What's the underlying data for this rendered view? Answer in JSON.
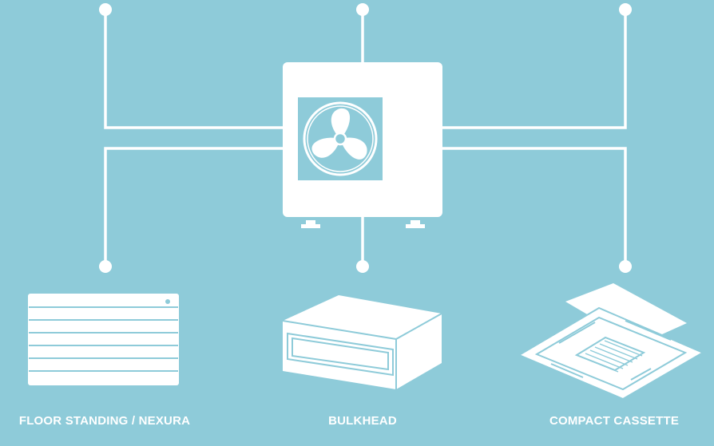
{
  "colors": {
    "background": "#8ecbd9",
    "foreground": "#ffffff"
  },
  "outdoor_unit": {
    "icon": "fan-icon"
  },
  "indoor_units": [
    {
      "label": "FLOOR STANDING / NEXURA",
      "icon": "floor-standing-unit-icon"
    },
    {
      "label": "BULKHEAD",
      "icon": "bulkhead-unit-icon"
    },
    {
      "label": "COMPACT CASSETTE",
      "icon": "cassette-unit-icon"
    }
  ]
}
